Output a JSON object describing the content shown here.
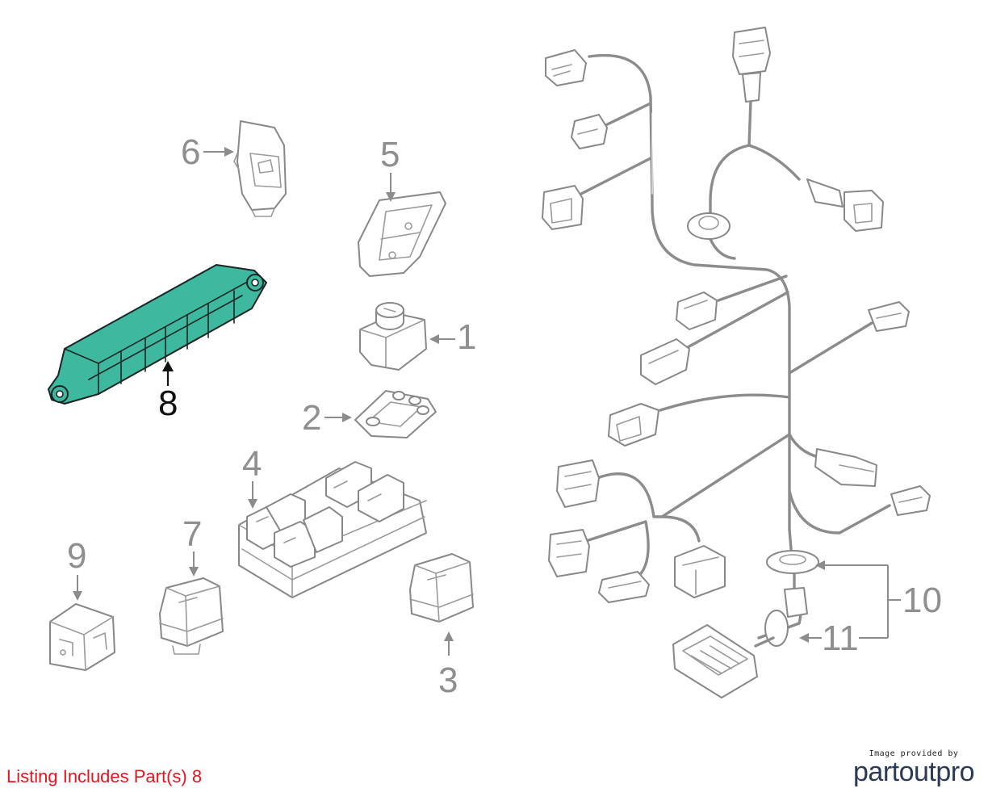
{
  "callouts": {
    "c1": "1",
    "c2": "2",
    "c3": "3",
    "c4": "4",
    "c5": "5",
    "c6": "6",
    "c7": "7",
    "c8": "8",
    "c9": "9",
    "c10": "10",
    "c11": "11"
  },
  "highlighted_part": "8",
  "colors": {
    "highlight": "#3fb8a0",
    "note": "#e8141c",
    "brand": "#2b3a56"
  },
  "note": {
    "text": "Listing Includes Part(s) 8"
  },
  "brand": {
    "caption": "Image provided by",
    "logo": "partoutpro"
  }
}
